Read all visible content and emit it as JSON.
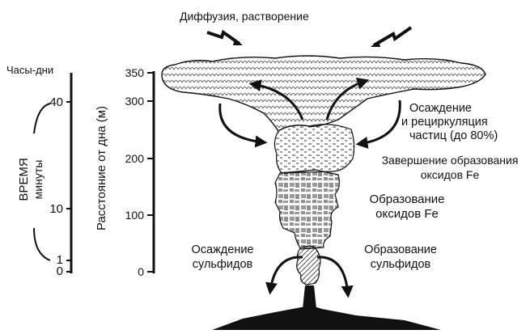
{
  "top_label": "Диффузия, растворение",
  "time_axis": {
    "header": "Часы-дни",
    "title": "ВРЕМЯ",
    "subtitle": "минуты",
    "ticks": [
      "40",
      "10",
      "1",
      "0"
    ]
  },
  "distance_axis": {
    "title": "Расстояние от дна (м)",
    "ticks": [
      "350",
      "300",
      "200",
      "100",
      "0"
    ]
  },
  "annotations": {
    "settling_recirculation": [
      "Осаждение",
      "и рециркуляция",
      "частиц (до 80%)"
    ],
    "fe_oxide_completion": [
      "Завершение образования",
      "оксидов Fe"
    ],
    "fe_oxide_formation": [
      "Образование",
      "оксидов Fe"
    ],
    "sulfide_settling": [
      "Осаждение",
      "сульфидов"
    ],
    "sulfide_formation": [
      "Образование",
      "сульфидов"
    ]
  }
}
